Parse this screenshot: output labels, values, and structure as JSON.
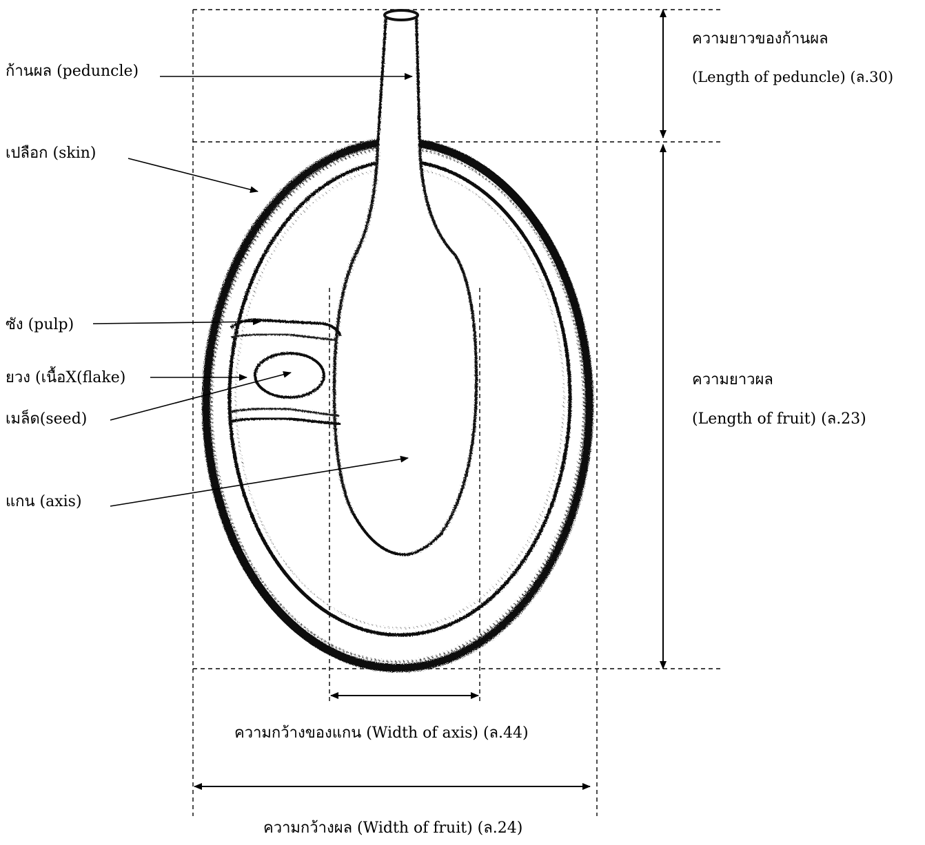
{
  "labels": {
    "peduncle": "ก้านผล (peduncle)",
    "skin": "เปลือก (skin)",
    "pulp": "ซัง (pulp)",
    "flake": "ยวง (เนื้อX(flake)",
    "seed": "เมล็ด(seed)",
    "axis": "แกน (axis)"
  },
  "measurements": {
    "peduncle_length_th": "ความยาวของก้านผล",
    "peduncle_length_en": "(Length of peduncle) (ล.30)",
    "fruit_length_th": "ความยาวผล",
    "fruit_length_en": "(Length of fruit) (ล.23)",
    "axis_width": "ความกว้างของแกน (Width of axis) (ล.44)",
    "fruit_width": "ความกว้างผล (Width of fruit) (ล.24)"
  },
  "colors": {
    "ink": "#000000",
    "background": "#ffffff"
  }
}
